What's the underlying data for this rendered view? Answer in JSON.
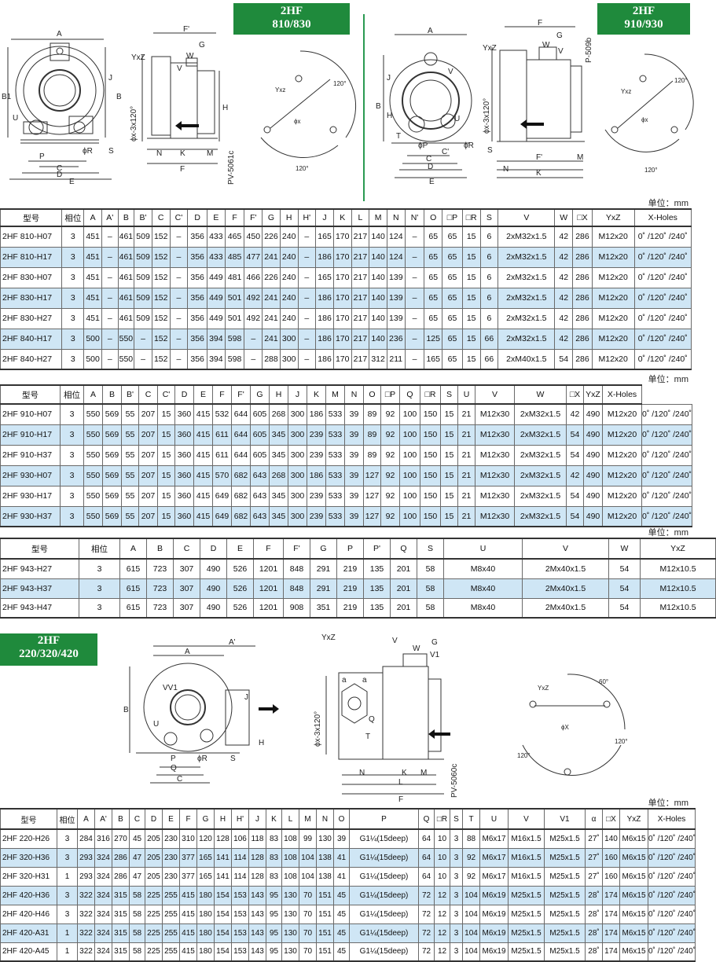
{
  "badges": {
    "b1": {
      "l1": "2HF",
      "l2": "810/830"
    },
    "b2": {
      "l1": "2HF",
      "l2": "910/930"
    },
    "b3": {
      "l1": "2HF",
      "l2": "220/320/420"
    }
  },
  "unit_label": "单位：mm",
  "drawing_labels": {
    "d1": {
      "A": "A",
      "B1": "B1",
      "B": "B",
      "U": "U",
      "P": "P",
      "R": "ϕR",
      "C": "C",
      "D": "D",
      "E": "E",
      "S": "S",
      "J": "J",
      "F1": "F'",
      "G": "G",
      "YxZ": "YxZ",
      "W": "W",
      "V": "V",
      "phi": "ϕx-3x120°",
      "H": "H",
      "N": "N",
      "K": "K",
      "M": "M",
      "F": "F",
      "pv": "PV-5061c",
      "yxz2": "Yxz",
      "phix": "ϕx",
      "a120a": "120°",
      "a120b": "120°"
    },
    "d2": {
      "A": "A",
      "B": "B",
      "J": "J",
      "H": "H",
      "U": "U",
      "V": "V",
      "P": "ϕP",
      "R": "ϕR",
      "C": "C",
      "C1": "C'",
      "D": "D",
      "E": "E",
      "T": "T",
      "F": "F",
      "G": "G",
      "YxZ": "YxZ",
      "W": "W",
      "V2": "V",
      "pv": "P-509b",
      "phi": "ϕx-3x120°",
      "S": "S",
      "N": "N",
      "F1": "F'",
      "K": "K",
      "M": "M",
      "yxz2": "Yxz",
      "phix": "ϕx",
      "a120a": "120°",
      "a120b": "120°"
    },
    "d3": {
      "A": "A",
      "A1": "A'",
      "B": "B",
      "VV1": "VV1",
      "U": "U",
      "P": "P",
      "R": "ϕR",
      "Q": "Q",
      "C": "C",
      "J": "J",
      "H": "H",
      "S": "S",
      "YxZ": "YxZ",
      "V": "V",
      "W": "W",
      "G": "G",
      "V1": "V1",
      "phi": "ϕx-3x120°",
      "a": "a",
      "Q2": "Q",
      "T": "T",
      "N": "N",
      "K": "K",
      "M": "M",
      "L": "L",
      "F": "F",
      "pv": "PV-5060c",
      "yxz2": "YxZ",
      "a60": "60°",
      "phix": "ϕX",
      "a120a": "120°",
      "a120b": "120°"
    }
  },
  "table1": {
    "headers": [
      "型号",
      "相位",
      "A",
      "A'",
      "B",
      "B'",
      "C",
      "C'",
      "D",
      "E",
      "F",
      "F'",
      "G",
      "H",
      "H'",
      "J",
      "K",
      "L",
      "M",
      "N",
      "N'",
      "O",
      "□P",
      "□R",
      "S",
      "V",
      "W",
      "□X",
      "YxZ",
      "X-Holes"
    ],
    "rows": [
      [
        "2HF 810-H07",
        "3",
        "451",
        "–",
        "461",
        "509",
        "152",
        "–",
        "356",
        "433",
        "465",
        "450",
        "226",
        "240",
        "–",
        "165",
        "170",
        "217",
        "140",
        "124",
        "–",
        "65",
        "65",
        "15",
        "6",
        "2xM32x1.5",
        "42",
        "286",
        "M12x20",
        "0˚ /120˚ /240˚"
      ],
      [
        "2HF 810-H17",
        "3",
        "451",
        "–",
        "461",
        "509",
        "152",
        "–",
        "356",
        "433",
        "485",
        "477",
        "241",
        "240",
        "–",
        "186",
        "170",
        "217",
        "140",
        "124",
        "–",
        "65",
        "65",
        "15",
        "6",
        "2xM32x1.5",
        "42",
        "286",
        "M12x20",
        "0˚ /120˚ /240˚"
      ],
      [
        "2HF 830-H07",
        "3",
        "451",
        "–",
        "461",
        "509",
        "152",
        "–",
        "356",
        "449",
        "481",
        "466",
        "226",
        "240",
        "–",
        "165",
        "170",
        "217",
        "140",
        "139",
        "–",
        "65",
        "65",
        "15",
        "6",
        "2xM32x1.5",
        "42",
        "286",
        "M12x20",
        "0˚ /120˚ /240˚"
      ],
      [
        "2HF 830-H17",
        "3",
        "451",
        "–",
        "461",
        "509",
        "152",
        "–",
        "356",
        "449",
        "501",
        "492",
        "241",
        "240",
        "–",
        "186",
        "170",
        "217",
        "140",
        "139",
        "–",
        "65",
        "65",
        "15",
        "6",
        "2xM32x1.5",
        "42",
        "286",
        "M12x20",
        "0˚ /120˚ /240˚"
      ],
      [
        "2HF 830-H27",
        "3",
        "451",
        "–",
        "461",
        "509",
        "152",
        "–",
        "356",
        "449",
        "501",
        "492",
        "241",
        "240",
        "–",
        "186",
        "170",
        "217",
        "140",
        "139",
        "–",
        "65",
        "65",
        "15",
        "6",
        "2xM32x1.5",
        "42",
        "286",
        "M12x20",
        "0˚ /120˚ /240˚"
      ],
      [
        "2HF 840-H17",
        "3",
        "500",
        "–",
        "550",
        "–",
        "152",
        "–",
        "356",
        "394",
        "598",
        "–",
        "241",
        "300",
        "–",
        "186",
        "170",
        "217",
        "140",
        "236",
        "–",
        "125",
        "65",
        "15",
        "66",
        "2xM32x1.5",
        "42",
        "286",
        "M12x20",
        "0˚ /120˚ /240˚"
      ],
      [
        "2HF 840-H27",
        "3",
        "500",
        "–",
        "550",
        "–",
        "152",
        "–",
        "356",
        "394",
        "598",
        "–",
        "288",
        "300",
        "–",
        "186",
        "170",
        "217",
        "312",
        "211",
        "–",
        "165",
        "65",
        "15",
        "66",
        "2xM40x1.5",
        "54",
        "286",
        "M12x20",
        "0˚ /120˚ /240˚"
      ]
    ]
  },
  "table2": {
    "headers": [
      "型号",
      "相位",
      "A",
      "B",
      "B'",
      "C",
      "C'",
      "D",
      "E",
      "F",
      "F'",
      "G",
      "H",
      "J",
      "K",
      "M",
      "N",
      "O",
      "□P",
      "Q",
      "□R",
      "S",
      "U",
      "V",
      "W",
      "□X",
      "YxZ",
      "X-Holes"
    ],
    "rows": [
      [
        "2HF 910-H07",
        "3",
        "550",
        "569",
        "55",
        "207",
        "15",
        "360",
        "415",
        "532",
        "644",
        "605",
        "268",
        "300",
        "186",
        "533",
        "39",
        "89",
        "92",
        "100",
        "150",
        "15",
        "21",
        "M12x30",
        "2xM32x1.5",
        "42",
        "490",
        "M12x20",
        "0˚ /120˚ /240˚"
      ],
      [
        "2HF 910-H17",
        "3",
        "550",
        "569",
        "55",
        "207",
        "15",
        "360",
        "415",
        "611",
        "644",
        "605",
        "345",
        "300",
        "239",
        "533",
        "39",
        "89",
        "92",
        "100",
        "150",
        "15",
        "21",
        "M12x30",
        "2xM32x1.5",
        "54",
        "490",
        "M12x20",
        "0˚ /120˚ /240˚"
      ],
      [
        "2HF 910-H37",
        "3",
        "550",
        "569",
        "55",
        "207",
        "15",
        "360",
        "415",
        "611",
        "644",
        "605",
        "345",
        "300",
        "239",
        "533",
        "39",
        "89",
        "92",
        "100",
        "150",
        "15",
        "21",
        "M12x30",
        "2xM32x1.5",
        "54",
        "490",
        "M12x20",
        "0˚ /120˚ /240˚"
      ],
      [
        "2HF 930-H07",
        "3",
        "550",
        "569",
        "55",
        "207",
        "15",
        "360",
        "415",
        "570",
        "682",
        "643",
        "268",
        "300",
        "186",
        "533",
        "39",
        "127",
        "92",
        "100",
        "150",
        "15",
        "21",
        "M12x30",
        "2xM32x1.5",
        "42",
        "490",
        "M12x20",
        "0˚ /120˚ /240˚"
      ],
      [
        "2HF 930-H17",
        "3",
        "550",
        "569",
        "55",
        "207",
        "15",
        "360",
        "415",
        "649",
        "682",
        "643",
        "345",
        "300",
        "239",
        "533",
        "39",
        "127",
        "92",
        "100",
        "150",
        "15",
        "21",
        "M12x30",
        "2xM32x1.5",
        "54",
        "490",
        "M12x20",
        "0˚ /120˚ /240˚"
      ],
      [
        "2HF 930-H37",
        "3",
        "550",
        "569",
        "55",
        "207",
        "15",
        "360",
        "415",
        "649",
        "682",
        "643",
        "345",
        "300",
        "239",
        "533",
        "39",
        "127",
        "92",
        "100",
        "150",
        "15",
        "21",
        "M12x30",
        "2xM32x1.5",
        "54",
        "490",
        "M12x20",
        "0˚ /120˚ /240˚"
      ]
    ]
  },
  "table3": {
    "headers": [
      "型号",
      "相位",
      "A",
      "B",
      "C",
      "D",
      "E",
      "F",
      "F'",
      "G",
      "P",
      "P'",
      "Q",
      "S",
      "U",
      "V",
      "W",
      "YxZ"
    ],
    "rows": [
      [
        "2HF 943-H27",
        "3",
        "615",
        "723",
        "307",
        "490",
        "526",
        "1201",
        "848",
        "291",
        "219",
        "135",
        "201",
        "58",
        "M8x40",
        "2Mx40x1.5",
        "54",
        "M12x10.5"
      ],
      [
        "2HF 943-H37",
        "3",
        "615",
        "723",
        "307",
        "490",
        "526",
        "1201",
        "848",
        "291",
        "219",
        "135",
        "201",
        "58",
        "M8x40",
        "2Mx40x1.5",
        "54",
        "M12x10.5"
      ],
      [
        "2HF 943-H47",
        "3",
        "615",
        "723",
        "307",
        "490",
        "526",
        "1201",
        "908",
        "351",
        "219",
        "135",
        "201",
        "58",
        "M8x40",
        "2Mx40x1.5",
        "54",
        "M12x10.5"
      ]
    ]
  },
  "table4": {
    "headers": [
      "型号",
      "相位",
      "A",
      "A'",
      "B",
      "C",
      "D",
      "E",
      "F",
      "G",
      "H",
      "H'",
      "J",
      "K",
      "L",
      "M",
      "N",
      "O",
      "P",
      "Q",
      "□R",
      "S",
      "T",
      "U",
      "V",
      "V1",
      "α",
      "□X",
      "YxZ",
      "X-Holes"
    ],
    "rows": [
      [
        "2HF 220-H26",
        "3",
        "284",
        "316",
        "270",
        "45",
        "205",
        "230",
        "310",
        "120",
        "128",
        "106",
        "118",
        "83",
        "108",
        "99",
        "130",
        "39",
        "G1¼(15deep)",
        "64",
        "10",
        "3",
        "88",
        "M6x17",
        "M16x1.5",
        "M25x1.5",
        "27˚",
        "140",
        "M6x15",
        "0˚ /120˚ /240˚"
      ],
      [
        "2HF 320-H36",
        "3",
        "293",
        "324",
        "286",
        "47",
        "205",
        "230",
        "377",
        "165",
        "141",
        "114",
        "128",
        "83",
        "108",
        "104",
        "138",
        "41",
        "G1¼(15deep)",
        "64",
        "10",
        "3",
        "92",
        "M6x17",
        "M16x1.5",
        "M25x1.5",
        "27˚",
        "160",
        "M6x15",
        "0˚ /120˚ /240˚"
      ],
      [
        "2HF 320-H31",
        "1",
        "293",
        "324",
        "286",
        "47",
        "205",
        "230",
        "377",
        "165",
        "141",
        "114",
        "128",
        "83",
        "108",
        "104",
        "138",
        "41",
        "G1¼(15deep)",
        "64",
        "10",
        "3",
        "92",
        "M6x17",
        "M16x1.5",
        "M25x1.5",
        "27˚",
        "160",
        "M6x15",
        "0˚ /120˚ /240˚"
      ],
      [
        "2HF 420-H36",
        "3",
        "322",
        "324",
        "315",
        "58",
        "225",
        "255",
        "415",
        "180",
        "154",
        "153",
        "143",
        "95",
        "130",
        "70",
        "151",
        "45",
        "G1¼(15deep)",
        "72",
        "12",
        "3",
        "104",
        "M6x19",
        "M25x1.5",
        "M25x1.5",
        "28˚",
        "174",
        "M6x15",
        "0˚ /120˚ /240˚"
      ],
      [
        "2HF 420-H46",
        "3",
        "322",
        "324",
        "315",
        "58",
        "225",
        "255",
        "415",
        "180",
        "154",
        "153",
        "143",
        "95",
        "130",
        "70",
        "151",
        "45",
        "G1¼(15deep)",
        "72",
        "12",
        "3",
        "104",
        "M6x19",
        "M25x1.5",
        "M25x1.5",
        "28˚",
        "174",
        "M6x15",
        "0˚ /120˚ /240˚"
      ],
      [
        "2HF 420-A31",
        "1",
        "322",
        "324",
        "315",
        "58",
        "225",
        "255",
        "415",
        "180",
        "154",
        "153",
        "143",
        "95",
        "130",
        "70",
        "151",
        "45",
        "G1¼(15deep)",
        "72",
        "12",
        "3",
        "104",
        "M6x19",
        "M25x1.5",
        "M25x1.5",
        "28˚",
        "174",
        "M6x15",
        "0˚ /120˚ /240˚"
      ],
      [
        "2HF 420-A45",
        "1",
        "322",
        "324",
        "315",
        "58",
        "225",
        "255",
        "415",
        "180",
        "154",
        "153",
        "143",
        "95",
        "130",
        "70",
        "151",
        "45",
        "G1¼(15deep)",
        "72",
        "12",
        "3",
        "104",
        "M6x19",
        "M25x1.5",
        "M25x1.5",
        "28˚",
        "174",
        "M6x15",
        "0˚ /120˚ /240˚"
      ]
    ]
  }
}
